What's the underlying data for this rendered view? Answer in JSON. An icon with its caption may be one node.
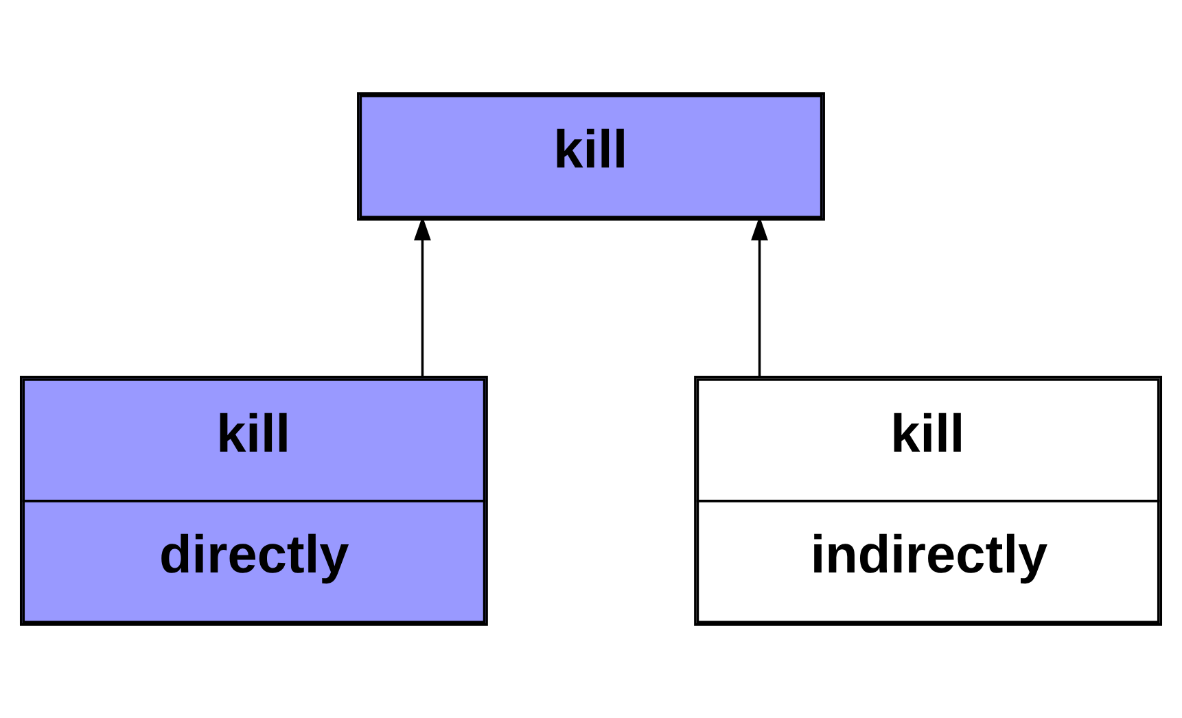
{
  "diagram": {
    "nodes": [
      {
        "text": [
          "kill"
        ]
      },
      {
        "text": [
          "kill",
          "directly"
        ]
      },
      {
        "text": [
          "kill",
          "indirectly"
        ]
      }
    ],
    "edges": [
      {
        "from": 1,
        "to": 0,
        "arrow": "to"
      },
      {
        "from": 2,
        "to": 0,
        "arrow": "to"
      }
    ]
  }
}
